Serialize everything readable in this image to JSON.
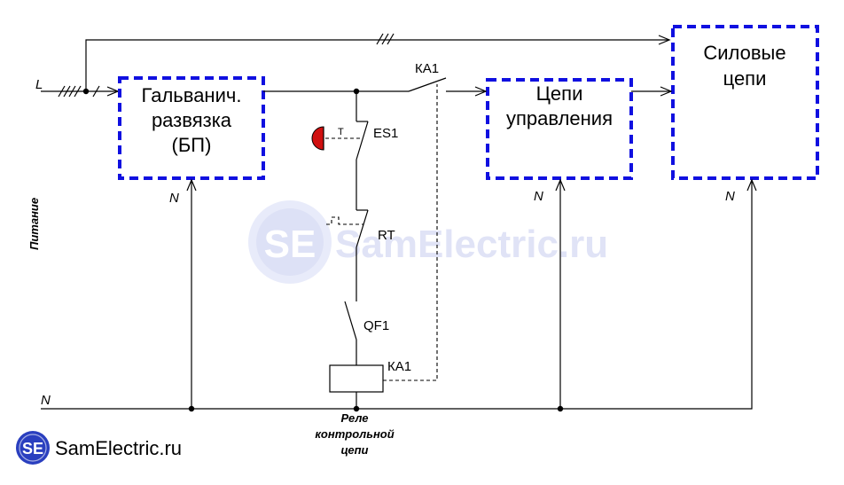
{
  "line_labels": {
    "phase": "L",
    "neutral_main": "N",
    "neutral_psu": "N",
    "neutral_control": "N",
    "neutral_power": "N",
    "supply": "Питание"
  },
  "blocks": {
    "isolation": [
      "Гальванич.",
      "развязка",
      "(БП)"
    ],
    "control": [
      "Цепи",
      "управления"
    ],
    "power": [
      "Силовые",
      "цепи"
    ]
  },
  "components": {
    "contact_ka1": "КА1",
    "coil_ka1": "КА1",
    "estop": "ES1",
    "estop_mark": "T",
    "thermal_relay": "RT",
    "breaker": "QF1"
  },
  "relay_caption": [
    "Реле",
    "контрольной",
    "цепи"
  ],
  "watermark": {
    "logo_letters": "SE",
    "center_text": "SamElectric.ru",
    "corner_text": "SamElectric.ru",
    "color": "#c8cdf0",
    "logo_color": "#2a3fbf"
  },
  "colors": {
    "block_border": "#1010e0",
    "estop_button": "#d01010"
  }
}
